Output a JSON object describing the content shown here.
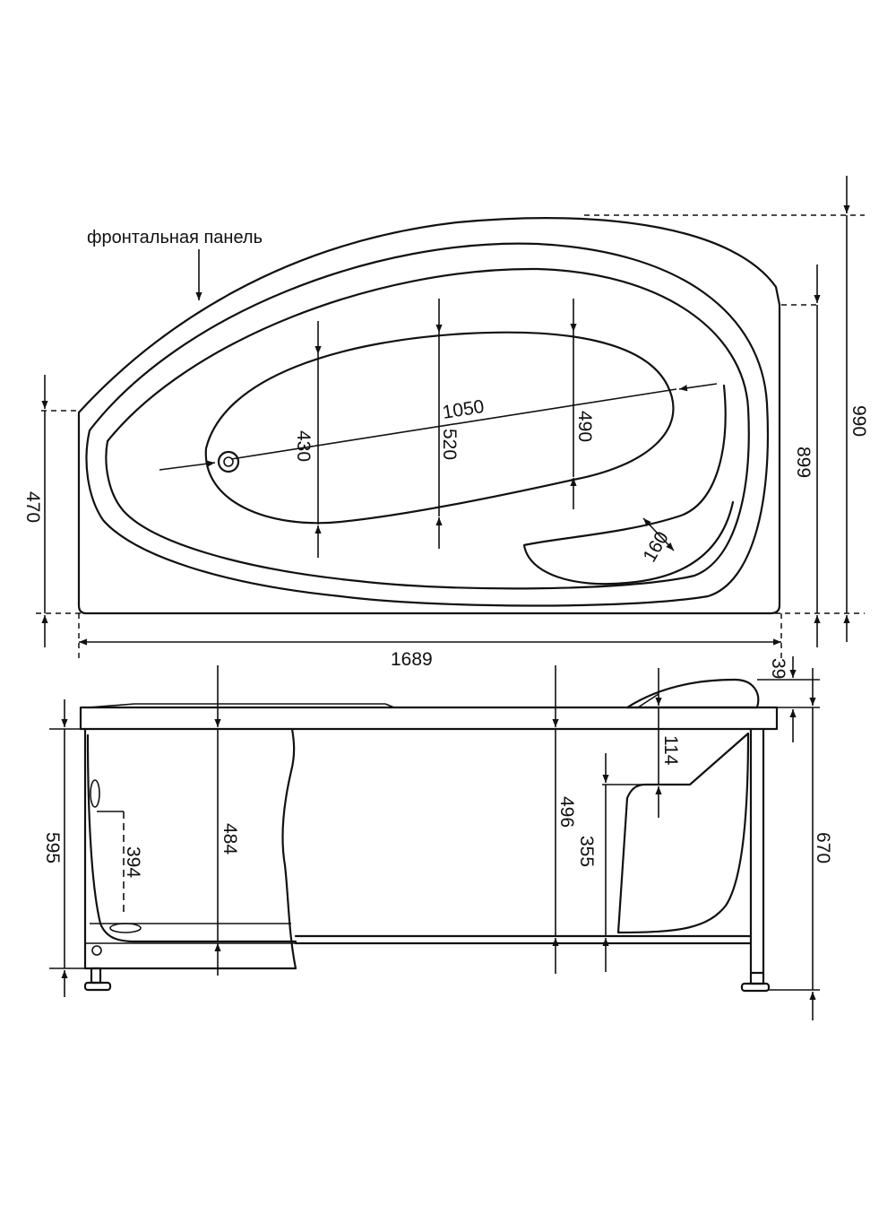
{
  "labels": {
    "front_panel": "фронтальная панель"
  },
  "dimensions": {
    "width_total": "1689",
    "depth_total": "990",
    "depth_side": "899",
    "depth_left": "470",
    "inner_length": "1050",
    "inner_width_left": "430",
    "inner_width_mid": "520",
    "inner_width_right": "490",
    "seat_width": "160",
    "rim_thickness": "39",
    "headrest_height": "114",
    "height_total": "670",
    "front_height": "595",
    "drain_height": "394",
    "depth_mid": "484",
    "depth_right": "496",
    "seat_height": "355"
  },
  "colors": {
    "line": "#111111",
    "background": "#ffffff"
  }
}
